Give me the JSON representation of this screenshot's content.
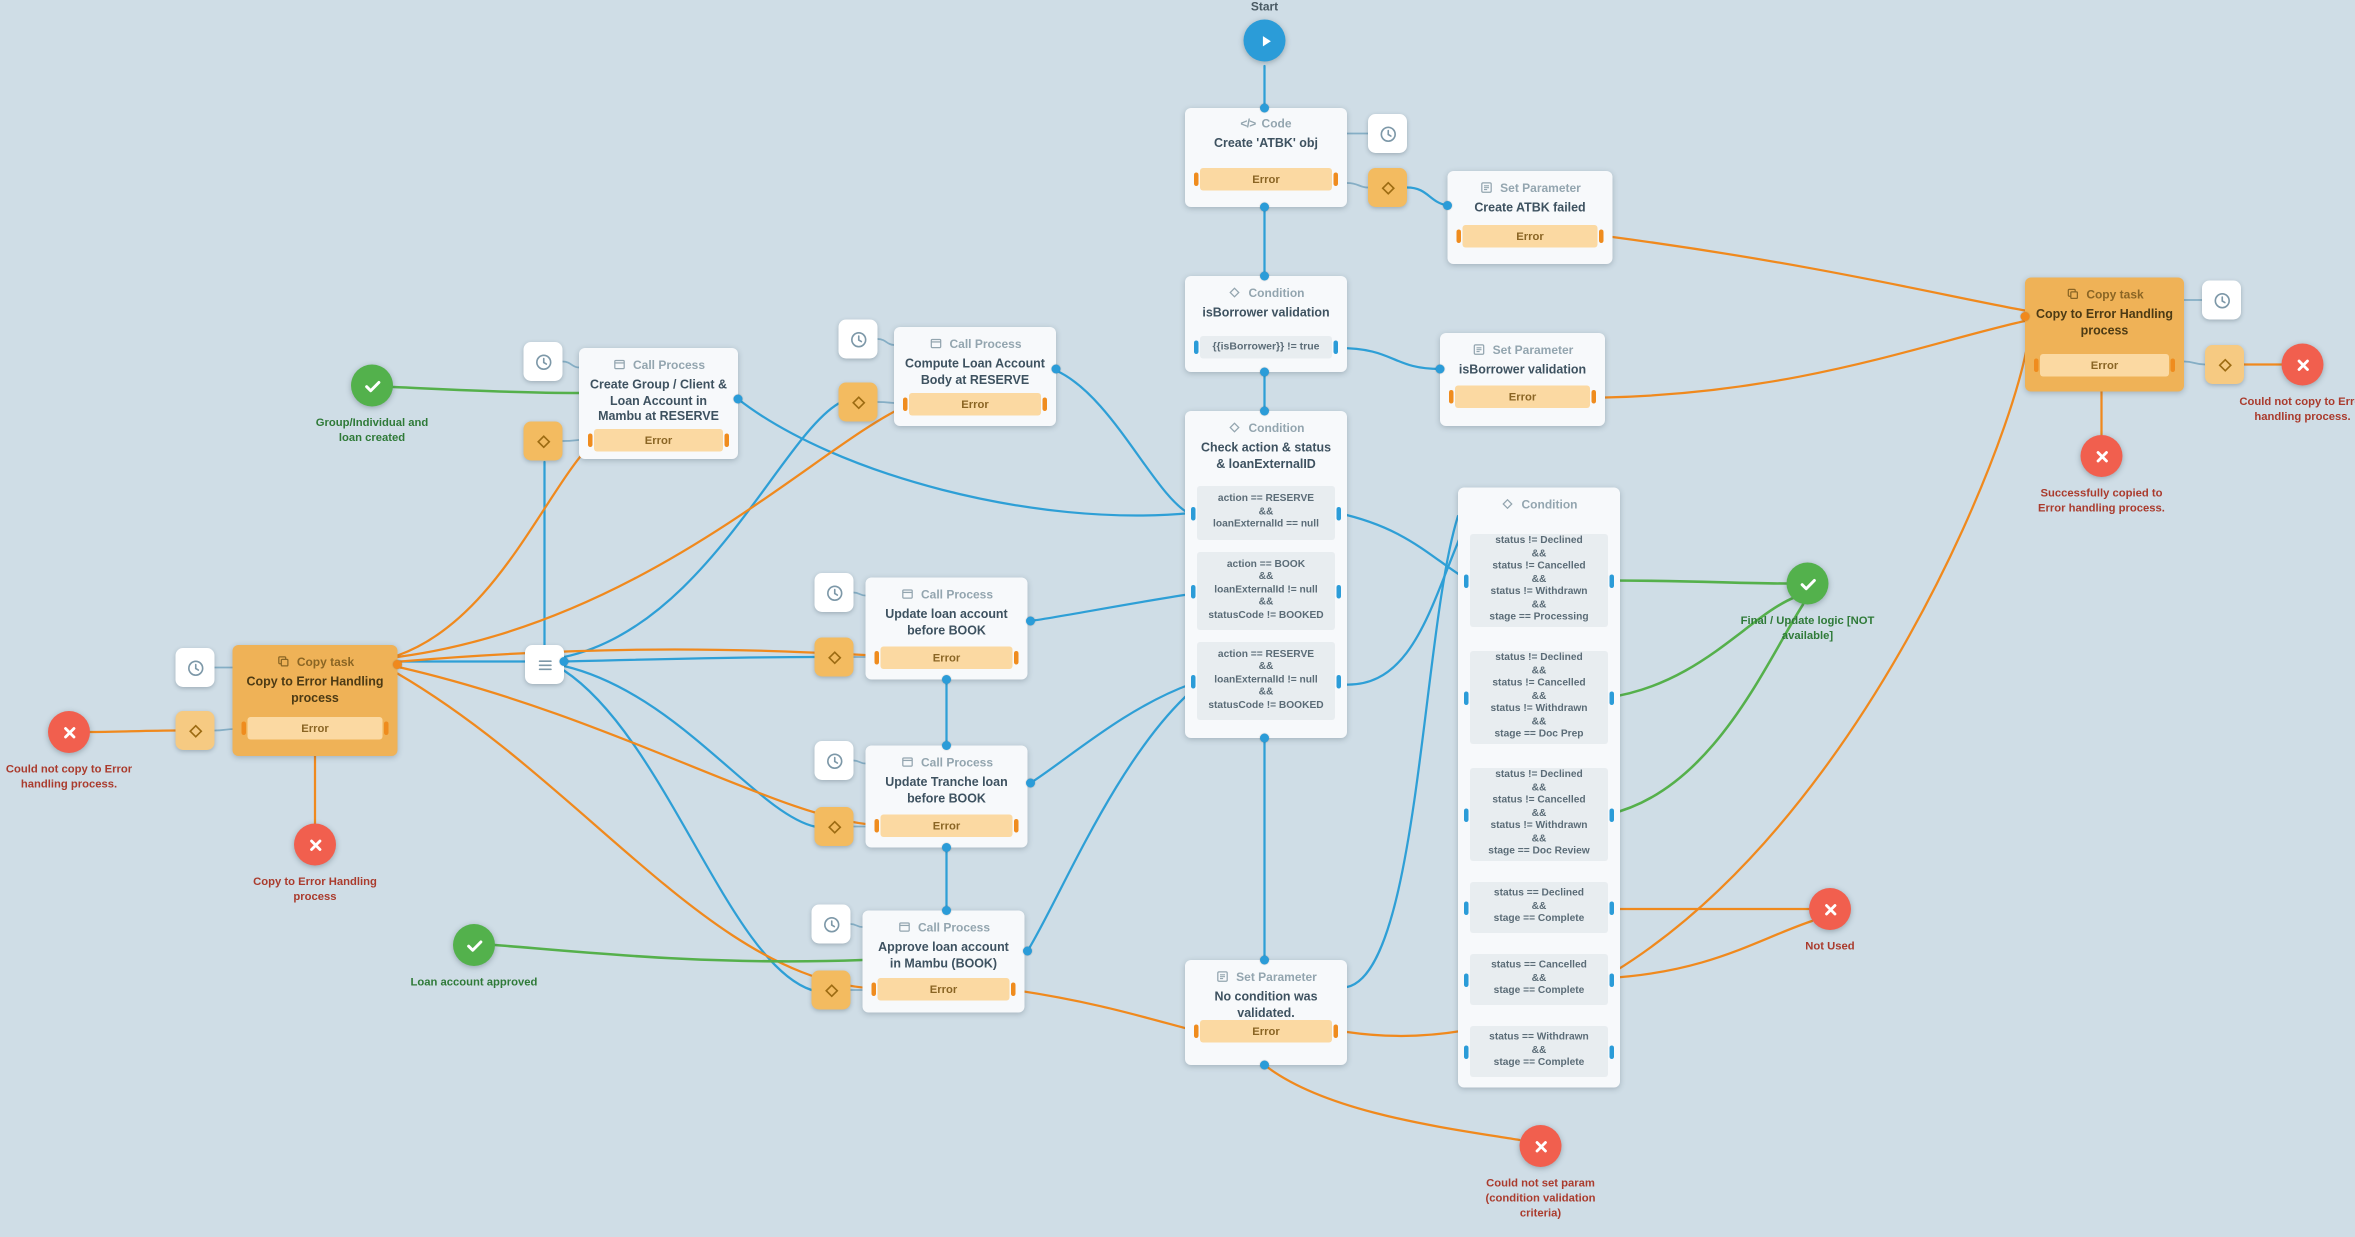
{
  "labels": {
    "start": "Start",
    "error": "Error"
  },
  "headers": {
    "code": "Code",
    "condition": "Condition",
    "call_process": "Call Process",
    "set_parameter": "Set Parameter",
    "copy_task": "Copy task"
  },
  "colors": {
    "background": "#cfdde6",
    "card": "#f7f9fb",
    "card_orange": "#efb257",
    "bar_orange": "#fbd9a2",
    "bar_gray": "#e8edf0",
    "edge_blue": "#2e9fd6",
    "edge_orange": "#f0891d",
    "edge_green": "#55b04b",
    "node_red": "#f15f4e",
    "node_green": "#53b14c",
    "node_blue": "#2b9cd8"
  },
  "nodes": {
    "code_create_atbk": {
      "title": "Create 'ATBK' obj"
    },
    "set_param_atbk_failed": {
      "title": "Create ATBK failed"
    },
    "cond_isborrower": {
      "title": "isBorrower validation",
      "rule": "{{isBorrower}} != true"
    },
    "set_param_isborrower": {
      "title": "isBorrower validation"
    },
    "cond_check": {
      "title": "Check action & status & loanExternalID",
      "rules": [
        "action == RESERVE\n&&\nloanExternalId == null",
        "action == BOOK\n&&\nloanExternalId != null\n&&\nstatusCode != BOOKED",
        "action == RESERVE\n&&\nloanExternalId != null\n&&\nstatusCode != BOOKED"
      ]
    },
    "cp_create_group": {
      "title": "Create Group / Client & Loan Account in Mambu at RESERVE"
    },
    "cp_compute_body": {
      "title": "Compute Loan Account Body at RESERVE"
    },
    "cp_update_loan": {
      "title": "Update loan account before BOOK"
    },
    "cp_update_tranche": {
      "title": "Update Tranche loan before BOOK"
    },
    "cp_approve_loan": {
      "title": "Approve loan account in Mambu (BOOK)"
    },
    "copy_task_left": {
      "title": "Copy to Error Handling process"
    },
    "set_param_no_condition": {
      "title": "No condition was validated."
    },
    "cond_status": {
      "rules": [
        "status != Declined\n&&\nstatus != Cancelled\n&&\nstatus != Withdrawn\n&&\nstage == Processing",
        "status != Declined\n&&\nstatus != Cancelled\n&&\nstatus != Withdrawn\n&&\nstage == Doc Prep",
        "status != Declined\n&&\nstatus != Cancelled\n&&\nstatus != Withdrawn\n&&\nstage == Doc Review",
        "status == Declined\n&&\nstage == Complete",
        "status == Cancelled\n&&\nstage == Complete",
        "status == Withdrawn\n&&\nstage == Complete"
      ]
    },
    "copy_task_right": {
      "title": "Copy to Error Handling process"
    }
  },
  "terminals": {
    "group_loan_created": {
      "label": "Group/Individual and loan created"
    },
    "loan_account_approved": {
      "label": "Loan account approved"
    },
    "final_update_logic": {
      "label": "Final / Update logic [NOT available]"
    },
    "could_not_copy_left": {
      "label": "Could not copy to Error handling process."
    },
    "copy_to_error_handling": {
      "label": "Copy to Error Handling process"
    },
    "could_not_set_param": {
      "label": "Could not set param (condition validation criteria)"
    },
    "not_used": {
      "label": "Not Used"
    },
    "could_not_copy_right": {
      "label": "Could not copy to Error handling process."
    },
    "successfully_copied": {
      "label": "Successfully copied to Error handling process."
    }
  }
}
